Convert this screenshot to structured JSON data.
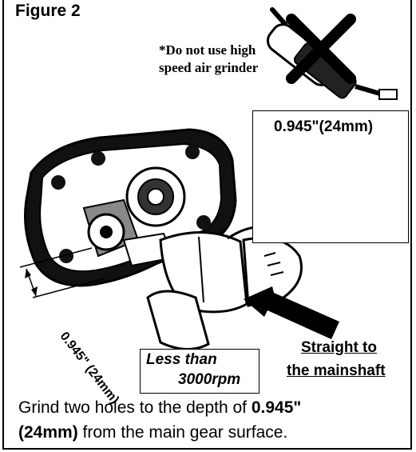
{
  "figure": {
    "title": "Figure 2",
    "warning_line1": "*Do not use high",
    "warning_line2": "speed air grinder",
    "inset_dimension": "0.945\"(24mm)",
    "side_dimension": "0.945\" (24mm)",
    "rpm_line1": "Less than",
    "rpm_line2": "3000rpm",
    "direction_line1": "Straight to",
    "direction_line2": "the mainshaft",
    "caption_plain1": "Grind  two holes to the depth of ",
    "caption_bold1": "0.945\"",
    "caption_bold2": "(24mm)",
    "caption_plain2": " from the main gear surface."
  },
  "icons": [
    "air-grinder-icon",
    "prohibited-x-icon",
    "drill-icon",
    "gear-housing-icon",
    "direction-arrow-icon"
  ]
}
